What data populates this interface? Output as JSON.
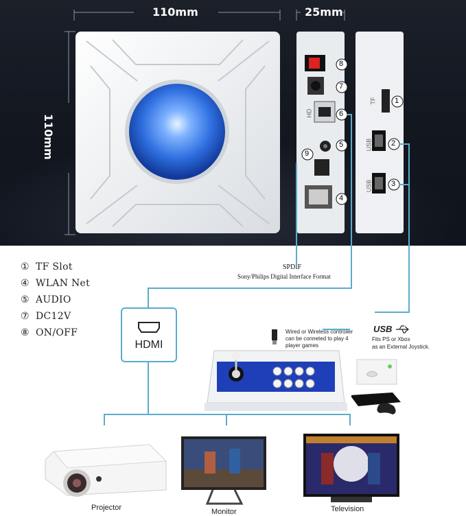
{
  "dimensions": {
    "width": "110mm",
    "depth": "25mm",
    "height": "110mm"
  },
  "device_markers": [
    "1",
    "2",
    "3",
    "4",
    "5",
    "6",
    "7",
    "8",
    "9"
  ],
  "side_labels": {
    "tf": "TF",
    "usb": "USB",
    "hd": "HD"
  },
  "legend": [
    {
      "num": "①",
      "label": "TF Slot"
    },
    {
      "num": "④",
      "label": "WLAN Net"
    },
    {
      "num": "⑤",
      "label": "AUDIO"
    },
    {
      "num": "⑦",
      "label": "DC12V"
    },
    {
      "num": "⑧",
      "label": "ON/OFF"
    }
  ],
  "spdif": {
    "title": "SPDIF",
    "desc": "Sony/Philips Digital Interface Format"
  },
  "hdmi_label": "HDMI",
  "controller_note": "Wired or Wireless controller can be conneted to play 4 player games",
  "usb": {
    "title": "USB",
    "desc_line1": "Fits PS or Xbox",
    "desc_line2": "as an External Joystick."
  },
  "devices": {
    "projector": "Projector",
    "monitor": "Monitor",
    "television": "Television"
  },
  "colors": {
    "line": "#5aaccd",
    "orb": "#3e7de0"
  }
}
